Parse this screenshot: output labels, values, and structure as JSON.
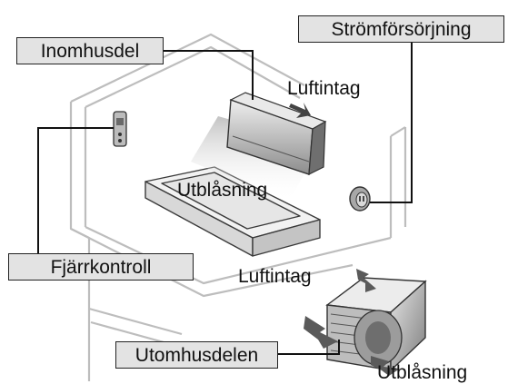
{
  "labels": {
    "indoor_unit": "Inomhusdel",
    "power_supply": "Strömförsörjning",
    "remote_control": "Fjärrkontroll",
    "outdoor_unit": "Utomhusdelen",
    "air_intake_top": "Luftintag",
    "air_outlet_middle": "Utblåsning",
    "air_intake_middle": "Luftintag",
    "air_outlet_bottom": "Utblåsning"
  },
  "colors": {
    "line": "#111111",
    "room_outline": "#bdbdbd",
    "label_background": "#e3e3e3",
    "unit_body": "#d9d9d9",
    "unit_shadow": "#9a9a9a",
    "arrow": "#555555"
  },
  "icons": [
    "indoor-unit-icon",
    "remote-control-icon",
    "power-socket-icon",
    "outdoor-unit-icon",
    "airflow-arrow-icon"
  ]
}
